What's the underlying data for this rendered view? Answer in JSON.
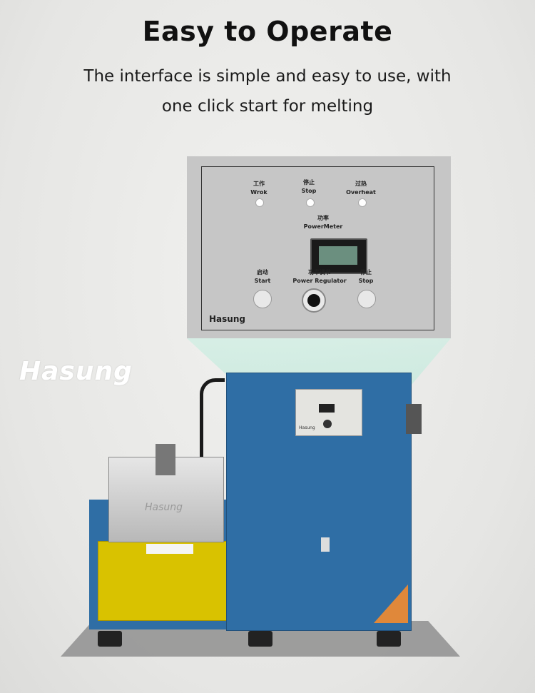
{
  "header": {
    "title": "Easy to Operate",
    "subtitle_line1": "The interface is simple and easy to use, with",
    "subtitle_line2": "one click start for melting"
  },
  "panel": {
    "indicators": [
      {
        "cn": "工作",
        "en": "Wrok"
      },
      {
        "cn": "停止",
        "en": "Stop"
      },
      {
        "cn": "过热",
        "en": "Overheat"
      }
    ],
    "meter": {
      "cn": "功率",
      "en": "PowerMeter"
    },
    "controls": [
      {
        "cn": "启动",
        "en": "Start"
      },
      {
        "cn": "功率调节",
        "en": "Power Regulator"
      },
      {
        "cn": "停止",
        "en": "Stop"
      }
    ],
    "brand": "Hasung"
  },
  "logo": "Hasung",
  "machine": {
    "furnace_brand": "Hasung",
    "cabinet_brand": "Hasung"
  },
  "colors": {
    "cabinet": "#2f6ea5",
    "accent_yellow": "#d9c200",
    "panel": "#c6c6c6",
    "beam": "#b9e6d6"
  }
}
